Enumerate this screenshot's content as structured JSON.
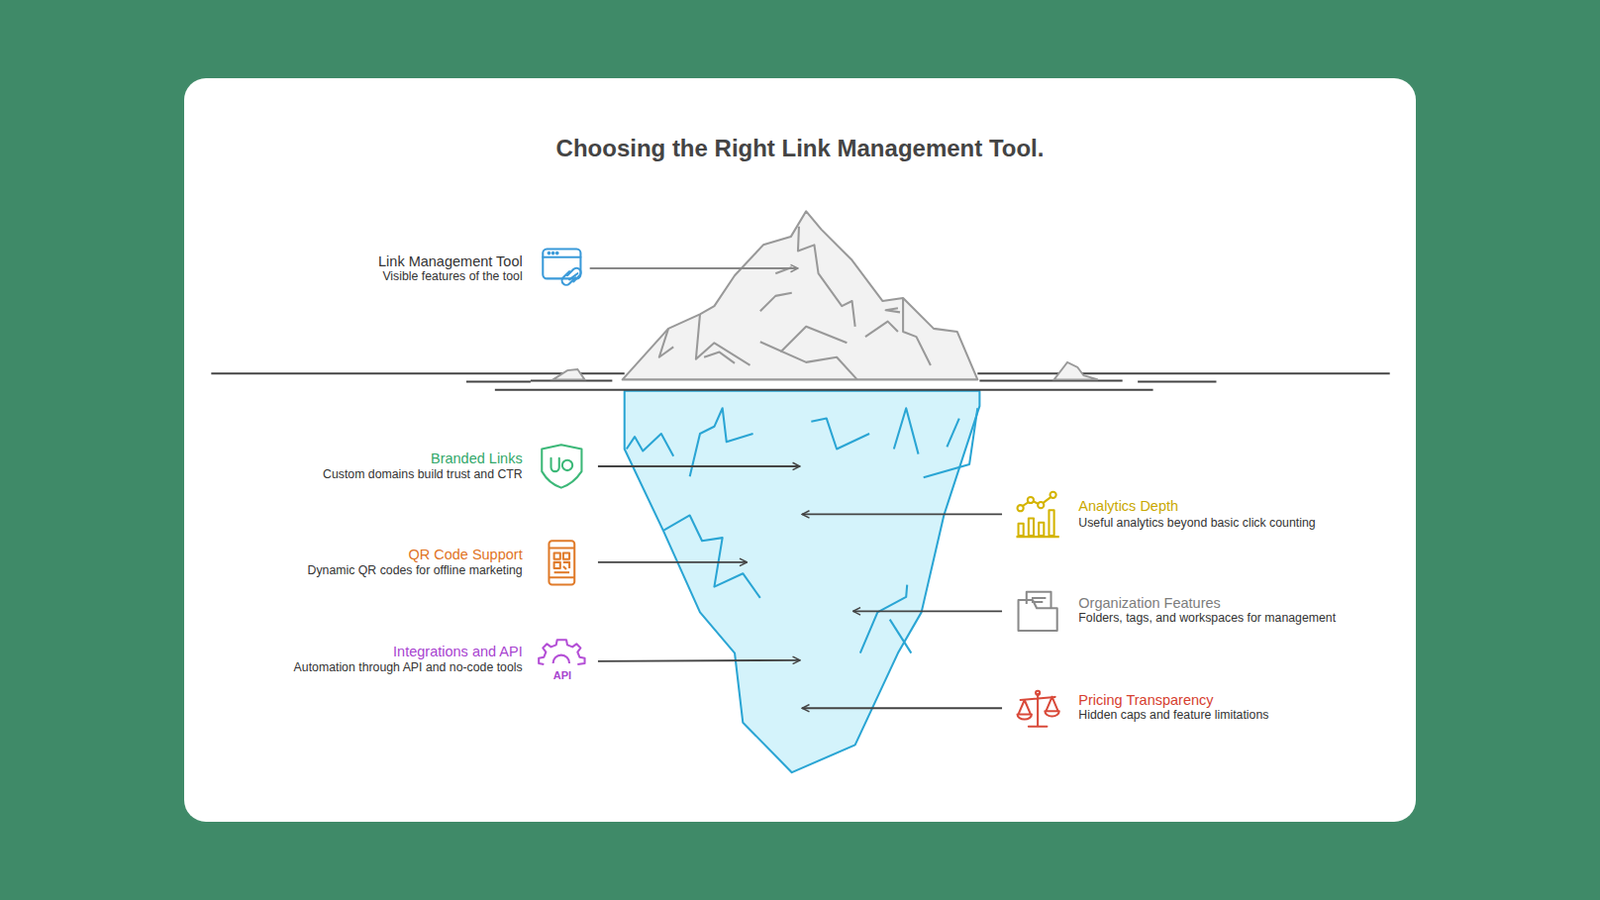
{
  "diagram": {
    "title": "Choosing the Right Link Management Tool.",
    "labels": [
      "Link Management Tool",
      "Visible features of the tool",
      "Branded Links",
      "Custom domains build trust and CTR",
      "QR Code Support",
      "Dynamic QR codes for offline marketing",
      "Integrations and API",
      "Automation through API and no-code tools",
      "API",
      "Analytics Depth",
      "Useful analytics beyond basic click counting",
      "Organization Features",
      "Folders, tags, and workspaces for management",
      "Pricing Transparency",
      "Hidden caps and feature limitations"
    ]
  }
}
